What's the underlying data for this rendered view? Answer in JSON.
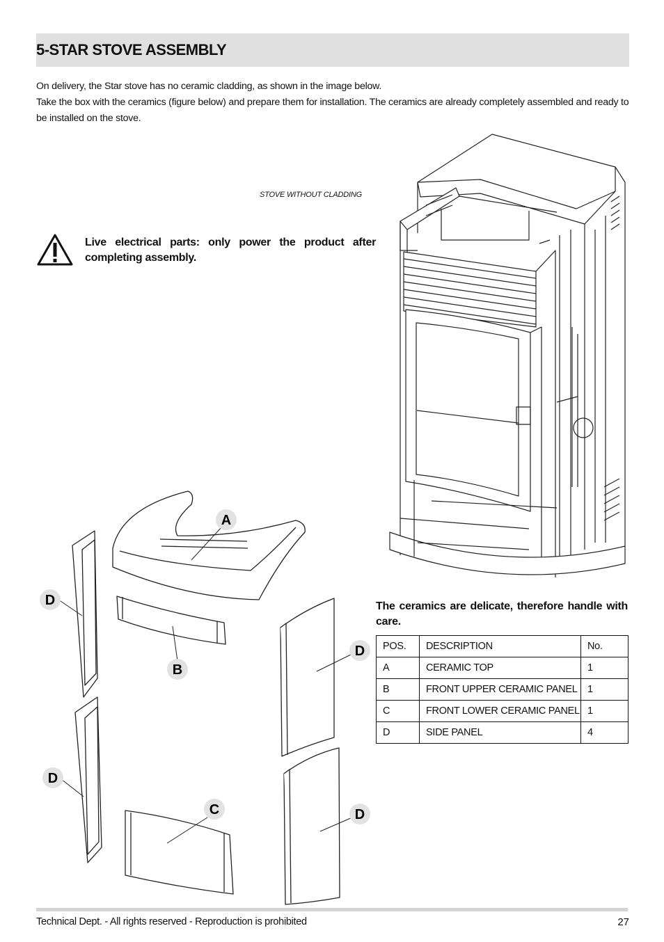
{
  "header": {
    "title": "5-STAR STOVE ASSEMBLY"
  },
  "intro": {
    "line1": "On delivery, the Star stove has no ceramic cladding, as shown in the image below.",
    "line2": "Take the box with the ceramics (figure below) and prepare them for installation. The ceramics are already completely assembled and ready to be installed on the stove."
  },
  "caption": "STOVE WITHOUT CLADDING",
  "warning": "Live electrical parts: only power the product after completing assembly.",
  "handle_note": "The ceramics are delicate, therefore handle with care.",
  "parts_table": {
    "headers": [
      "POS.",
      "DESCRIPTION",
      "No."
    ],
    "rows": [
      [
        "A",
        "CERAMIC TOP",
        "1"
      ],
      [
        "B",
        "FRONT UPPER CERAMIC PANEL",
        "1"
      ],
      [
        "C",
        "FRONT LOWER CERAMIC PANEL",
        "1"
      ],
      [
        "D",
        "SIDE PANEL",
        "4"
      ]
    ]
  },
  "labels": {
    "a": "A",
    "b": "B",
    "c": "C",
    "d": "D"
  },
  "footer": {
    "text": "Technical Dept. - All rights reserved - Reproduction is prohibited",
    "page": "27"
  },
  "icons": {
    "warning": "warning-triangle-icon"
  },
  "colors": {
    "title_bar": "#e0e0e0",
    "footer_rule": "#d3d3d3",
    "ink": "#111111"
  }
}
